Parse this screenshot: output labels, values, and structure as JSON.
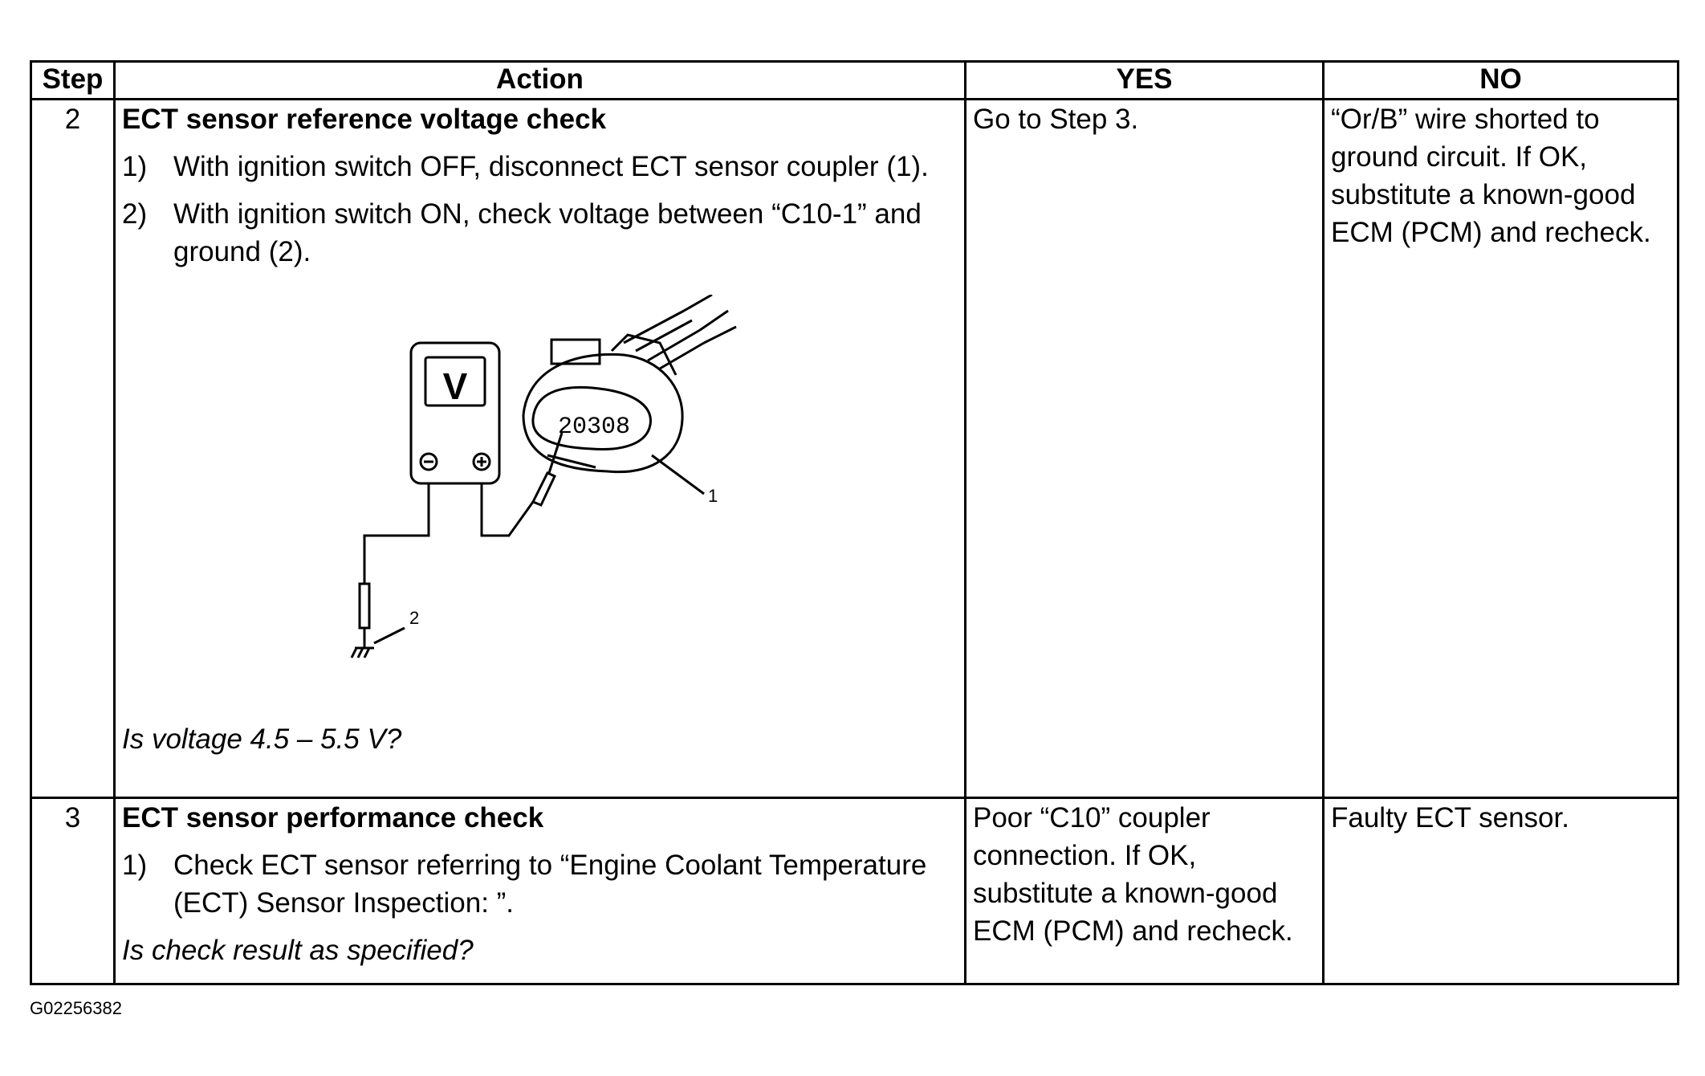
{
  "table": {
    "headers": [
      "Step",
      "Action",
      "YES",
      "NO"
    ],
    "rows": [
      {
        "step": "2",
        "title": "ECT sensor reference voltage check",
        "instructions": [
          {
            "num": "1)",
            "text": "With ignition switch OFF, disconnect ECT sensor coupler (1)."
          },
          {
            "num": "2)",
            "text": "With ignition switch ON, check voltage between “C10-1” and ground (2)."
          }
        ],
        "figure": {
          "meter_letter": "V",
          "callout_1": "1",
          "callout_2": "2",
          "connector_text": "20308"
        },
        "question": "Is voltage 4.5 – 5.5 V?",
        "yes": "Go to Step 3.",
        "no": "“Or/B” wire shorted to ground circuit. If OK, substitute a known-good ECM (PCM) and recheck."
      },
      {
        "step": "3",
        "title": "ECT sensor performance check",
        "instructions": [
          {
            "num": "1)",
            "text": "Check ECT sensor referring to “Engine Coolant Temperature (ECT) Sensor Inspection: ”."
          }
        ],
        "question": "Is check result as specified?",
        "yes": "Poor “C10” coupler connection. If OK, substitute a known-good ECM (PCM) and recheck.",
        "no": "Faulty ECT sensor."
      }
    ]
  },
  "footer": {
    "figure_id": "G02256382"
  }
}
